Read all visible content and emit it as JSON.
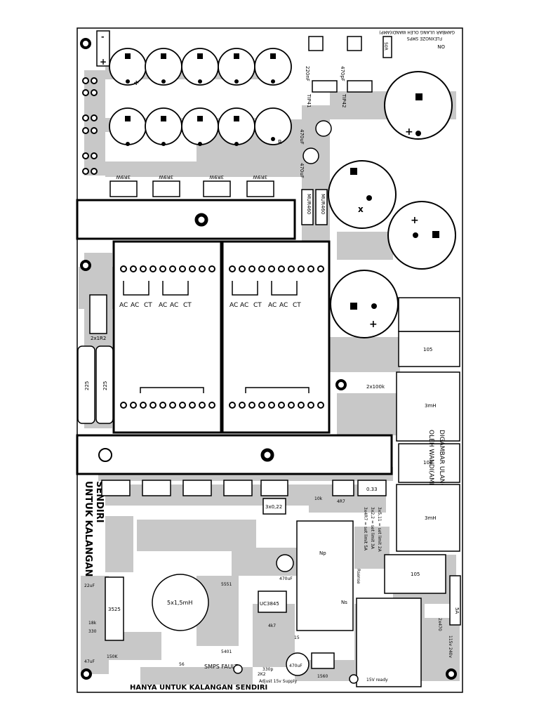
{
  "colors": {
    "trace": "#c8c8c8",
    "ink": "#000000",
    "paper": "#ffffff"
  },
  "header": {
    "credit_line1": "GAMBAR ULANG OLEH WANDI(AMP)",
    "credit_line2": "FLEXNOZE SMPS",
    "on_label": "ON"
  },
  "top_left": {
    "minus": "-",
    "plus": "+"
  },
  "top_small": {
    "p1": "220nF",
    "p2": "470pF",
    "p3": "TIP41",
    "p4": "TIP42",
    "p5": "50R"
  },
  "cap_bank": {
    "plus": "+",
    "r": "R"
  },
  "right_caps": {
    "c1": "470uF",
    "c2": "470uF",
    "mur1": "MUR460",
    "mur2": "MUR460",
    "plus": "+",
    "x": "x"
  },
  "fuse_labels": [
    "3R9W",
    "3R9W",
    "3R9W",
    "3R9W"
  ],
  "trafo_left": {
    "pins": [
      "AC",
      "AC",
      "CT",
      "AC",
      "AC",
      "CT"
    ]
  },
  "trafo_right": {
    "pins": [
      "AC",
      "AC",
      "CT",
      "AC",
      "AC",
      "CT"
    ]
  },
  "left_parts": {
    "r2": "2x1R2",
    "c225a": "225",
    "c225b": "225"
  },
  "right_parts": {
    "r100k": "2x100k",
    "c105a": "105",
    "c105b": "105",
    "c105c": "105",
    "l3mh_a": "3mH",
    "l3mh_b": "3mH",
    "mirror1": "DIGAMBAR ULANG",
    "mirror2": "OLEH WANDI(AMP)"
  },
  "bottom": {
    "title1": "UNTUK KALANGAN",
    "title2": "SENDIRI",
    "footer": "HANYA UNTUK KALANGAN SENDIRI",
    "smps_fault": "SMPS FAULT",
    "adjust": "Adjust 15v Supply",
    "ready": "15V ready",
    "inductor": "5x1,5mH",
    "ic1": "3525",
    "ic2": "UC3845",
    "tr1": "5551",
    "tr2": "5401",
    "r033": "0.33",
    "r3x": "3x0,22",
    "c4r7": "4R7",
    "c10k": "10k",
    "c560": "1560",
    "c470uf": "470uF",
    "c470uf2": "470uF",
    "c47uf": "47uF",
    "c22uf": "22uF",
    "c150k": "150K",
    "c330": "330",
    "c18k": "18k",
    "c56": "56",
    "c330p": "330p",
    "c2k2": "2K2",
    "c15": "15",
    "c4k7": "4k7",
    "np": "Np",
    "ns": "Ns",
    "side1": "3x4R7 = set limit 5A",
    "side2": "3x2,2 = set limit 3A",
    "side3": "3x5,11 = set limit 2A",
    "side4": "Rsense",
    "v1": "115v 240v",
    "v2": "5A",
    "v3": "2x470"
  }
}
